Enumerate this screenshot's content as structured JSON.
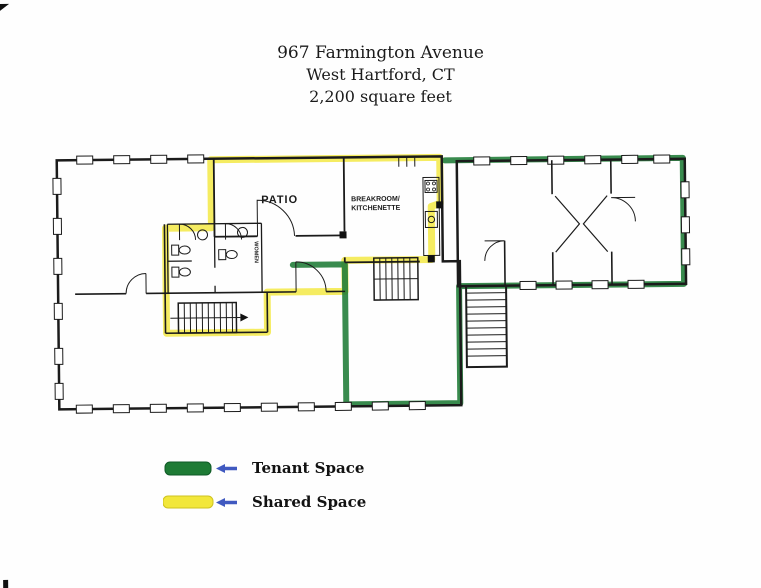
{
  "title": {
    "line1": "967 Farmington Avenue",
    "line2": "West Hartford, CT",
    "line3": "2,200 square feet"
  },
  "floorplan": {
    "rooms": {
      "patio": "PATIO",
      "breakroom_line1": "BREAKROOM/",
      "breakroom_line2": "KITCHENETTE",
      "women": "WOMEN"
    },
    "colors": {
      "tenant_green": "#1e7b35",
      "shared_yellow": "#f2e73a",
      "ink": "#1b1b1b",
      "legend_arrow_blue": "#4059c0"
    }
  },
  "legend": {
    "items": [
      {
        "label": "Tenant Space",
        "color": "#1e7b35"
      },
      {
        "label": "Shared Space",
        "color": "#f2e73a"
      }
    ]
  }
}
